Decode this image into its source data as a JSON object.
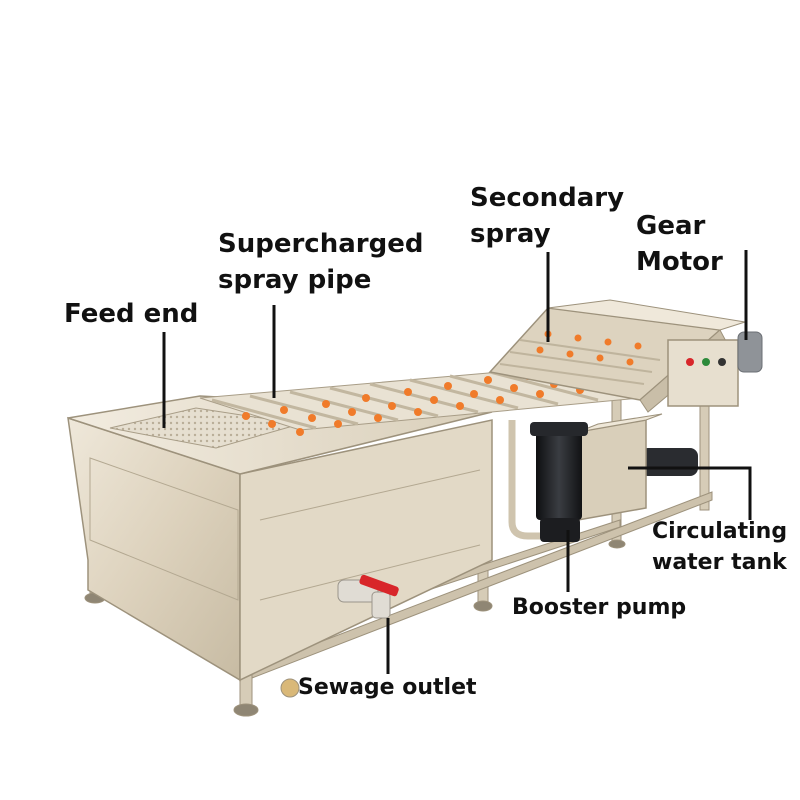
{
  "labels": {
    "feed_end": "Feed end",
    "supercharged_spray_pipe": "Supercharged\nspray pipe",
    "secondary_spray": "Secondary\nspray",
    "gear_motor": "Gear Motor",
    "circulating_water_tank": "Circulating\nwater tank",
    "booster_pump": "Booster pump",
    "sewage_outlet": "Sewage outlet"
  },
  "colors": {
    "steel_light": "#e4dccd",
    "steel_mid": "#cfc4ae",
    "steel_dark": "#a79c86",
    "nozzle_orange": "#f07b2a",
    "motor_black": "#1d1f22",
    "valve_red": "#d8262a",
    "pointer_line": "#111111"
  }
}
